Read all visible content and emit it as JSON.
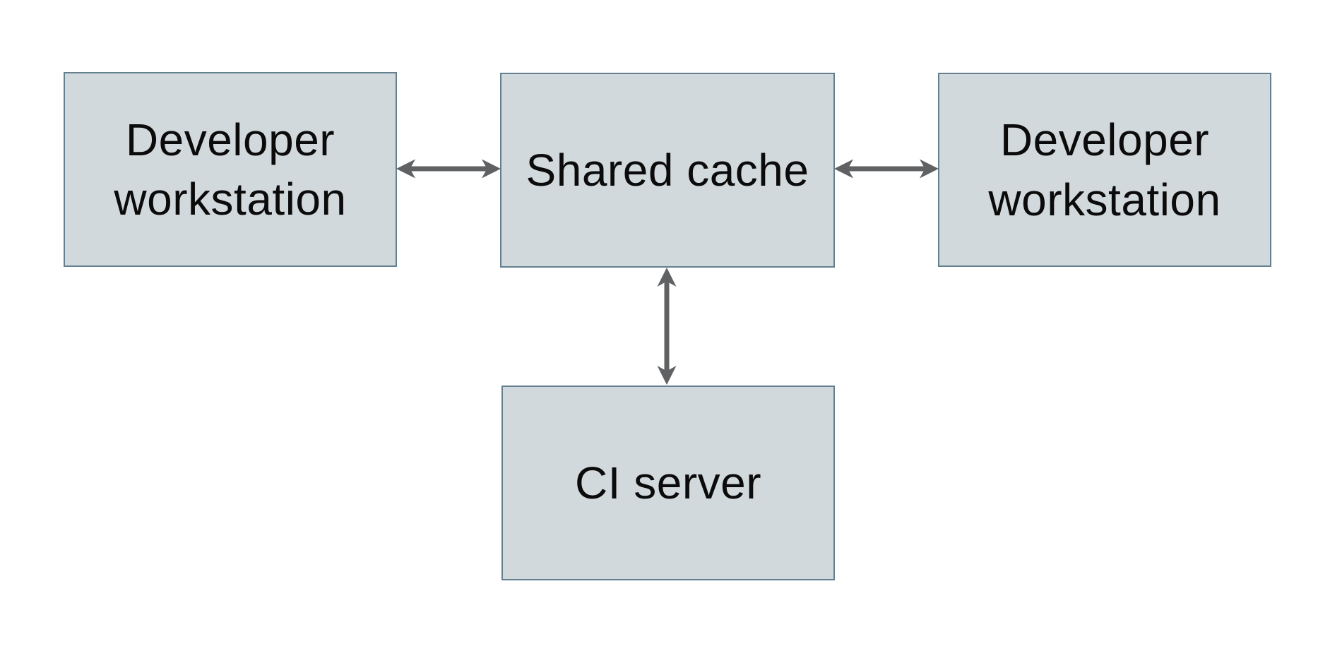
{
  "diagram": {
    "background": "#ffffff",
    "colors": {
      "node_fill": "#d2d9dc",
      "node_border": "#64808e",
      "arrow": "#5f6163",
      "text": "#0b0b0b"
    },
    "nodes": [
      {
        "id": "developer-workstation-left",
        "label": "Developer workstation"
      },
      {
        "id": "shared-cache",
        "label": "Shared cache"
      },
      {
        "id": "developer-workstation-right",
        "label": "Developer workstation"
      },
      {
        "id": "ci-server",
        "label": "CI server"
      }
    ],
    "edges": [
      {
        "from": "developer-workstation-left",
        "to": "shared-cache",
        "direction": "bidirectional"
      },
      {
        "from": "shared-cache",
        "to": "developer-workstation-right",
        "direction": "bidirectional"
      },
      {
        "from": "shared-cache",
        "to": "ci-server",
        "direction": "bidirectional"
      }
    ]
  }
}
